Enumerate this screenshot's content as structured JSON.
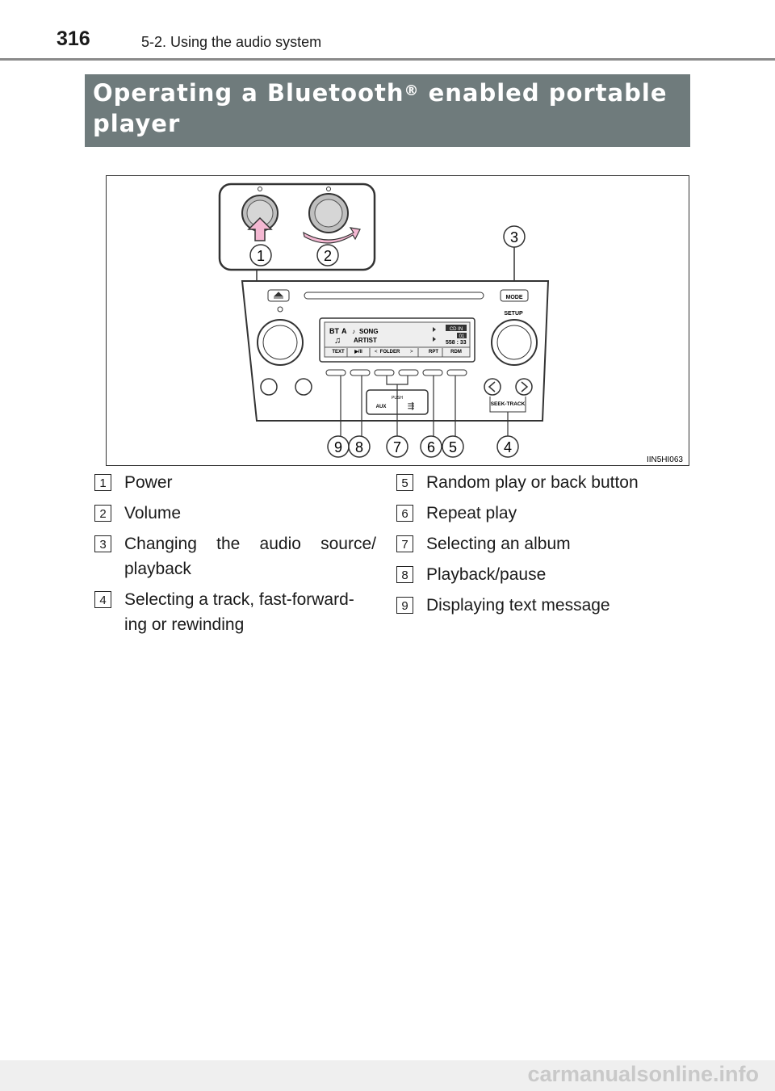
{
  "header": {
    "page_number": "316",
    "section": "5-2. Using the audio system"
  },
  "title": {
    "before": "Operating a Bluetooth",
    "reg": "®",
    "after": " enabled portable",
    "line2": "player"
  },
  "figure": {
    "code": "IIN5HI063",
    "display": {
      "bt": "BT",
      "a": "A",
      "song": "SONG",
      "artist": "ARTIST",
      "cd_in": "CD IN",
      "track": "01",
      "time": "558 : 33",
      "softkeys": [
        "TEXT",
        "▶/II",
        "FOLDER",
        "RPT",
        "RDM"
      ]
    },
    "labels": {
      "mode": "MODE",
      "setup": "SETUP",
      "seek_track": "SEEK-TRACK",
      "aux": "AUX",
      "push": "PUSH"
    },
    "callouts": [
      "1",
      "2",
      "3",
      "4",
      "5",
      "6",
      "7",
      "8",
      "9"
    ]
  },
  "legend": [
    {
      "num": "1",
      "text": "Power"
    },
    {
      "num": "2",
      "text": "Volume"
    },
    {
      "num": "3",
      "line1": "Changing the audio source/",
      "line2": "playback"
    },
    {
      "num": "4",
      "line1": "Selecting a track, fast-forward-",
      "line2": "ing or rewinding"
    },
    {
      "num": "5",
      "text": "Random play or back button"
    },
    {
      "num": "6",
      "text": "Repeat play"
    },
    {
      "num": "7",
      "text": "Selecting an album"
    },
    {
      "num": "8",
      "text": "Playback/pause"
    },
    {
      "num": "9",
      "text": "Displaying text message"
    }
  ],
  "footer": {
    "watermark": "carmanualsonline.info"
  }
}
